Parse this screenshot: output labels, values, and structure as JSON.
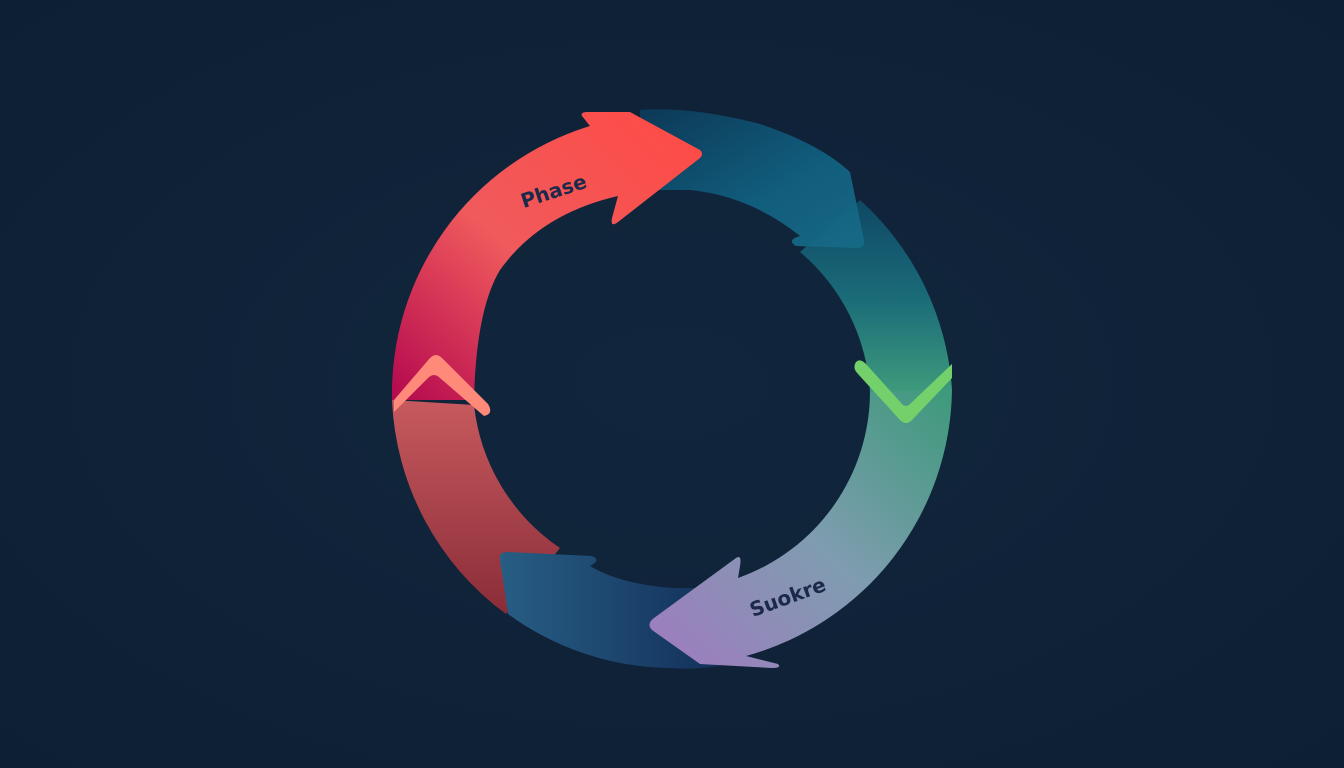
{
  "diagram": {
    "type": "cycle",
    "background": "#0f2238",
    "segments": [
      {
        "id": "top-left",
        "label": "Phase",
        "colors": [
          "#b3084f",
          "#ff4d47"
        ],
        "direction": "clockwise"
      },
      {
        "id": "top-right",
        "label": "",
        "colors": [
          "#0d4f6e",
          "#17657f"
        ],
        "direction": "clockwise"
      },
      {
        "id": "right",
        "label": "",
        "colors": [
          "#155a74",
          "#3f9a7a"
        ],
        "marker": "chevron-down",
        "marker_color": "#74d06a"
      },
      {
        "id": "bottom-right",
        "label": "Suokre",
        "colors": [
          "#4a9a80",
          "#9b7fc0"
        ],
        "direction": "clockwise"
      },
      {
        "id": "bottom",
        "label": "",
        "colors": [
          "#25587e",
          "#12325a"
        ],
        "direction": "clockwise"
      },
      {
        "id": "left",
        "label": "",
        "colors": [
          "#c05a5a",
          "#8c2e3a"
        ],
        "marker": "chevron-up",
        "marker_color": "#ff8a7a"
      }
    ]
  }
}
